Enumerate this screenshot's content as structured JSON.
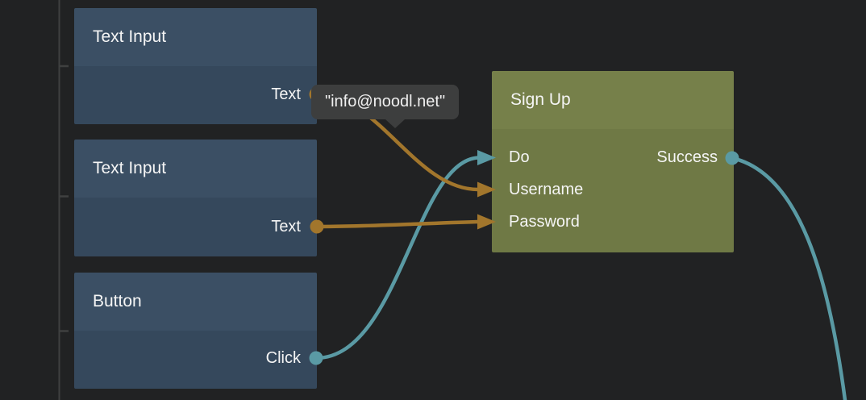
{
  "colors": {
    "background": "#212223",
    "node_blue_header": "#3b4f64",
    "node_blue_body": "#35485c",
    "node_green_header": "#76804a",
    "node_green_body": "#6f7945",
    "signal": "#5a9aa4",
    "data": "#a2762c",
    "tooltip_bg": "#3d3e3e",
    "guide": "#3f4040"
  },
  "nodes": [
    {
      "title": "Text Input",
      "ports": [
        {
          "label": "Text",
          "direction": "output",
          "type": "data"
        }
      ]
    },
    {
      "title": "Text Input",
      "ports": [
        {
          "label": "Text",
          "direction": "output",
          "type": "data"
        }
      ]
    },
    {
      "title": "Button",
      "ports": [
        {
          "label": "Click",
          "direction": "output",
          "type": "signal"
        }
      ]
    },
    {
      "title": "Sign Up",
      "ports": [
        {
          "label": "Do",
          "direction": "input",
          "type": "signal"
        },
        {
          "label": "Username",
          "direction": "input",
          "type": "data"
        },
        {
          "label": "Password",
          "direction": "input",
          "type": "data"
        },
        {
          "label": "Success",
          "direction": "output",
          "type": "signal"
        }
      ]
    }
  ],
  "tooltip": {
    "text": "\"info@noodl.net\""
  },
  "connections": [
    {
      "from": "Text Input 1 / Text",
      "to": "Sign Up / Username",
      "type": "data"
    },
    {
      "from": "Text Input 2 / Text",
      "to": "Sign Up / Password",
      "type": "data"
    },
    {
      "from": "Button / Click",
      "to": "Sign Up / Do",
      "type": "signal"
    },
    {
      "from": "Sign Up / Success",
      "to": "off-canvas-bottom",
      "type": "signal"
    }
  ]
}
